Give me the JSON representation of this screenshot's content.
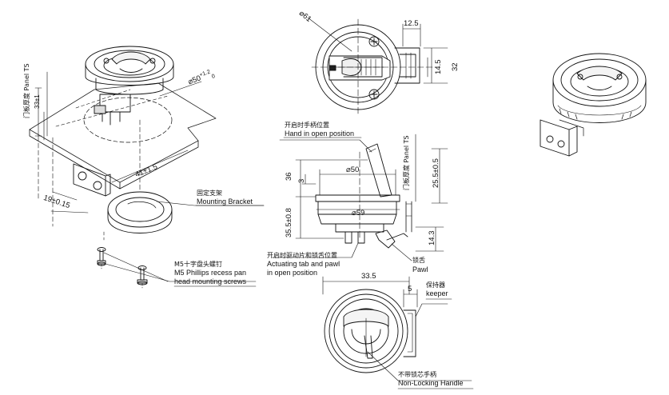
{
  "labels": {
    "bracket_cn": "固定支架",
    "bracket_en": "Mounting Bracket",
    "screw_cn": "M5十字盘头螺钉",
    "screw_en_1": "M5 Phillips recess pan",
    "screw_en_2": "head mounting screws",
    "hand_open_cn": "开启时手柄位置",
    "hand_open_en": "Hand in open position",
    "tab_cn": "开启时驱动片和锁舌位置",
    "tab_en_1": "Actuating tab and pawl",
    "tab_en_2": "in open position",
    "pawl_cn": "锁舌",
    "pawl_en": "Pawl",
    "keeper_cn": "保持器",
    "keeper_en": "keeper",
    "handle_cn": "不带锁芯手柄",
    "handle_en": "Non-Locking Handle",
    "panel_ts_left": "门板厚度 Panel TS",
    "panel_ts_mid": "门板厚度 Panel TS"
  },
  "dimensions": {
    "d61": "⌀61",
    "d12_5": "12.5",
    "d14_5": "14.5",
    "d32": "32",
    "d50_tol": "⌀50",
    "d50_tol_sup": "+1.2",
    "d50_tol_sub": "0",
    "d33": "33±1",
    "d41": "41±1.5",
    "d19": "19±0.15",
    "d36": "36",
    "d3": "3",
    "d50": "⌀50",
    "d25": "25.5±0.5",
    "d59": "⌀59",
    "d35": "35.5±0.8",
    "d14_3": "14.3",
    "d33_5": "33.5",
    "d5": "5"
  }
}
